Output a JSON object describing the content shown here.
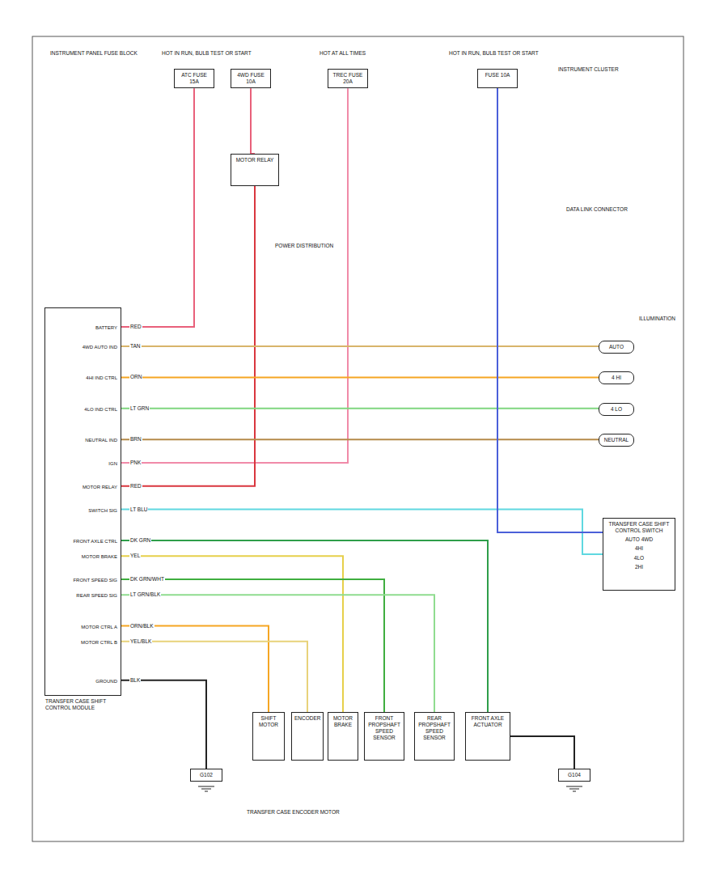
{
  "diagram": {
    "nodes": [
      {
        "text": [
          "TRANSFER CASE SHIFT CONTROL MODULE",
          "BATTERY",
          "4WD AUTO IND",
          "4HI IND CTRL",
          "4LO IND CTRL",
          "NEUTRAL IND",
          "IGN",
          "MOTOR RELAY",
          "SWITCH SIG",
          "FRONT AXLE CTRL",
          "MOTOR BRAKE",
          "FRONT SPEED SIG",
          "REAR SPEED SIG",
          "MOTOR CTRL A",
          "MOTOR CTRL B",
          "GROUND"
        ]
      },
      {
        "text": [
          "ATC FUSE 15A"
        ]
      },
      {
        "text": [
          "4WD FUSE 10A"
        ]
      },
      {
        "text": [
          "TREC FUSE 20A"
        ]
      },
      {
        "text": [
          "FUSE 10A"
        ]
      },
      {
        "text": [
          "MOTOR RELAY"
        ]
      },
      {
        "text": [
          "TRANSFER CASE SHIFT CONTROL SWITCH",
          "AUTO 4WD",
          "4HI",
          "4LO",
          "2HI"
        ]
      },
      {
        "text": [
          "SHIFT MOTOR"
        ]
      },
      {
        "text": [
          "ENCODER"
        ]
      },
      {
        "text": [
          "MOTOR BRAKE"
        ]
      },
      {
        "text": [
          "FRONT PROPSHAFT SPEED SENSOR"
        ]
      },
      {
        "text": [
          "REAR PROPSHAFT SPEED SENSOR"
        ]
      },
      {
        "text": [
          "FRONT AXLE ACTUATOR"
        ]
      },
      {
        "text": [
          "G102"
        ]
      },
      {
        "text": [
          "G104"
        ]
      },
      {
        "text": [
          "AUTO"
        ]
      },
      {
        "text": [
          "4 HI"
        ]
      },
      {
        "text": [
          "4 LO"
        ]
      },
      {
        "text": [
          "NEUTRAL"
        ]
      }
    ],
    "edges": [
      {
        "from": 1,
        "to": 0,
        "arrow": "none"
      },
      {
        "from": 3,
        "to": 0,
        "arrow": "none"
      },
      {
        "from": 2,
        "to": 5,
        "arrow": "none"
      },
      {
        "from": 5,
        "to": 0,
        "arrow": "none"
      },
      {
        "from": 0,
        "to": 7,
        "arrow": "none"
      },
      {
        "from": 0,
        "to": 8,
        "arrow": "none"
      },
      {
        "from": 0,
        "to": 9,
        "arrow": "none"
      },
      {
        "from": 0,
        "to": 10,
        "arrow": "none"
      },
      {
        "from": 0,
        "to": 11,
        "arrow": "none"
      },
      {
        "from": 0,
        "to": 12,
        "arrow": "none"
      },
      {
        "from": 0,
        "to": 13,
        "arrow": "none"
      },
      {
        "from": 12,
        "to": 14,
        "arrow": "none"
      },
      {
        "from": 0,
        "to": 15,
        "arrow": "none"
      },
      {
        "from": 0,
        "to": 16,
        "arrow": "none"
      },
      {
        "from": 0,
        "to": 17,
        "arrow": "none"
      },
      {
        "from": 0,
        "to": 18,
        "arrow": "none"
      },
      {
        "from": 0,
        "to": 6,
        "arrow": "none"
      },
      {
        "from": 4,
        "to": 6,
        "arrow": "none"
      }
    ],
    "labels": [
      "HOT IN RUN, BULB TEST OR START",
      "HOT AT ALL TIMES",
      "HOT IN RUN, BULB TEST OR START",
      "INSTRUMENT PANEL FUSE BLOCK",
      "INSTRUMENT CLUSTER",
      "DATA LINK CONNECTOR",
      "ILLUMINATION",
      "POWER DISTRIBUTION",
      "TRANSFER CASE ENCODER MOTOR",
      "RED",
      "TAN",
      "ORN",
      "LT GRN",
      "BRN",
      "PNK",
      "RED",
      "LT BLU",
      "DK GRN",
      "YEL",
      "DK GRN/WHT",
      "LT GRN/BLK",
      "ORN/BLK",
      "YEL/BLK",
      "BLK"
    ]
  }
}
